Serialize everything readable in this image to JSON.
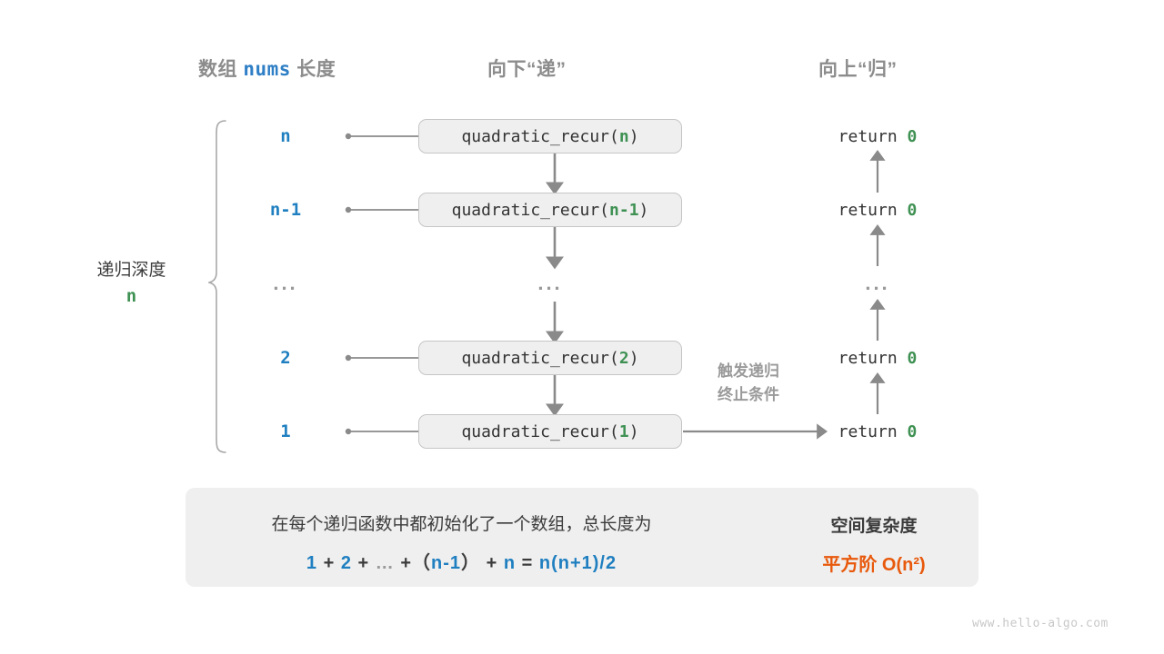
{
  "headers": {
    "left_prefix": "数组",
    "left_code": "nums",
    "left_suffix": "长度",
    "middle": "向下“递”",
    "right": "向上“归”"
  },
  "depth": {
    "label": "递归深度",
    "value": "n"
  },
  "rows": [
    {
      "depth": "n",
      "fn_name": "quadratic_recur(",
      "fn_arg": "n",
      "fn_close": ")",
      "ret_label": "return",
      "ret_value": "0"
    },
    {
      "depth": "n-1",
      "fn_name": "quadratic_recur(",
      "fn_arg": "n-1",
      "fn_close": ")",
      "ret_label": "return",
      "ret_value": "0"
    },
    {
      "depth": "...",
      "fn_name": "...",
      "fn_arg": "",
      "fn_close": "",
      "ret_label": "...",
      "ret_value": ""
    },
    {
      "depth": "2",
      "fn_name": "quadratic_recur(",
      "fn_arg": "2",
      "fn_close": ")",
      "ret_label": "return",
      "ret_value": "0"
    },
    {
      "depth": "1",
      "fn_name": "quadratic_recur(",
      "fn_arg": "1",
      "fn_close": ")",
      "ret_label": "return",
      "ret_value": "0"
    }
  ],
  "trigger_note": {
    "line1": "触发递归",
    "line2": "终止条件"
  },
  "summary": {
    "text": "在每个递归函数中都初始化了一个数组，总长度为",
    "formula": {
      "t1": "1",
      "op1": "+",
      "t2": "2",
      "op2": "+",
      "ell": "…",
      "op3": "+",
      "p1": "（",
      "t3": "n-1",
      "p2": "）",
      "op4": "+",
      "t4": "n",
      "eq": "=",
      "result": "n(n+1)/2"
    },
    "title": "空间复杂度",
    "value": "平方阶 O(n²)"
  },
  "watermark": "www.hello-algo.com",
  "colors": {
    "blue": "#1f7fc0",
    "green": "#3f9153",
    "orange": "#e8590c",
    "gray": "#9a9a9a",
    "box_fill": "#efefef",
    "box_border": "#c6c6c6",
    "dark": "#333333"
  }
}
